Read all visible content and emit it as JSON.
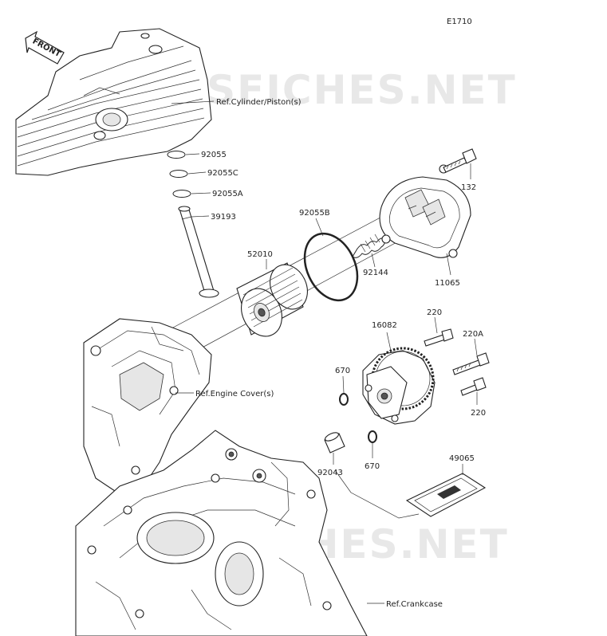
{
  "diagram_code": "E1710",
  "front_arrow": {
    "label": "FRONT",
    "icon": "front-arrow-icon"
  },
  "watermark": "PARTSFICHES.NET",
  "references": [
    {
      "id": "ref-cylinder",
      "text": "Ref.Cylinder/Piston(s)"
    },
    {
      "id": "ref-engine-cover",
      "text": "Ref.Engine Cover(s)"
    },
    {
      "id": "ref-crankcase",
      "text": "Ref.Crankcase"
    }
  ],
  "parts": {
    "p92055": "92055",
    "p92055C": "92055C",
    "p92055A": "92055A",
    "p39193": "39193",
    "p92055B": "92055B",
    "p52010": "52010",
    "p92144": "92144",
    "p11065": "11065",
    "p132": "132",
    "p16082": "16082",
    "p220_top": "220",
    "p220A": "220A",
    "p220_bottom": "220",
    "p670_left": "670",
    "p670_bottom": "670",
    "p92043": "92043",
    "p49065": "49065"
  },
  "colors": {
    "line": "#222222",
    "watermark": "#d6d6d6"
  }
}
